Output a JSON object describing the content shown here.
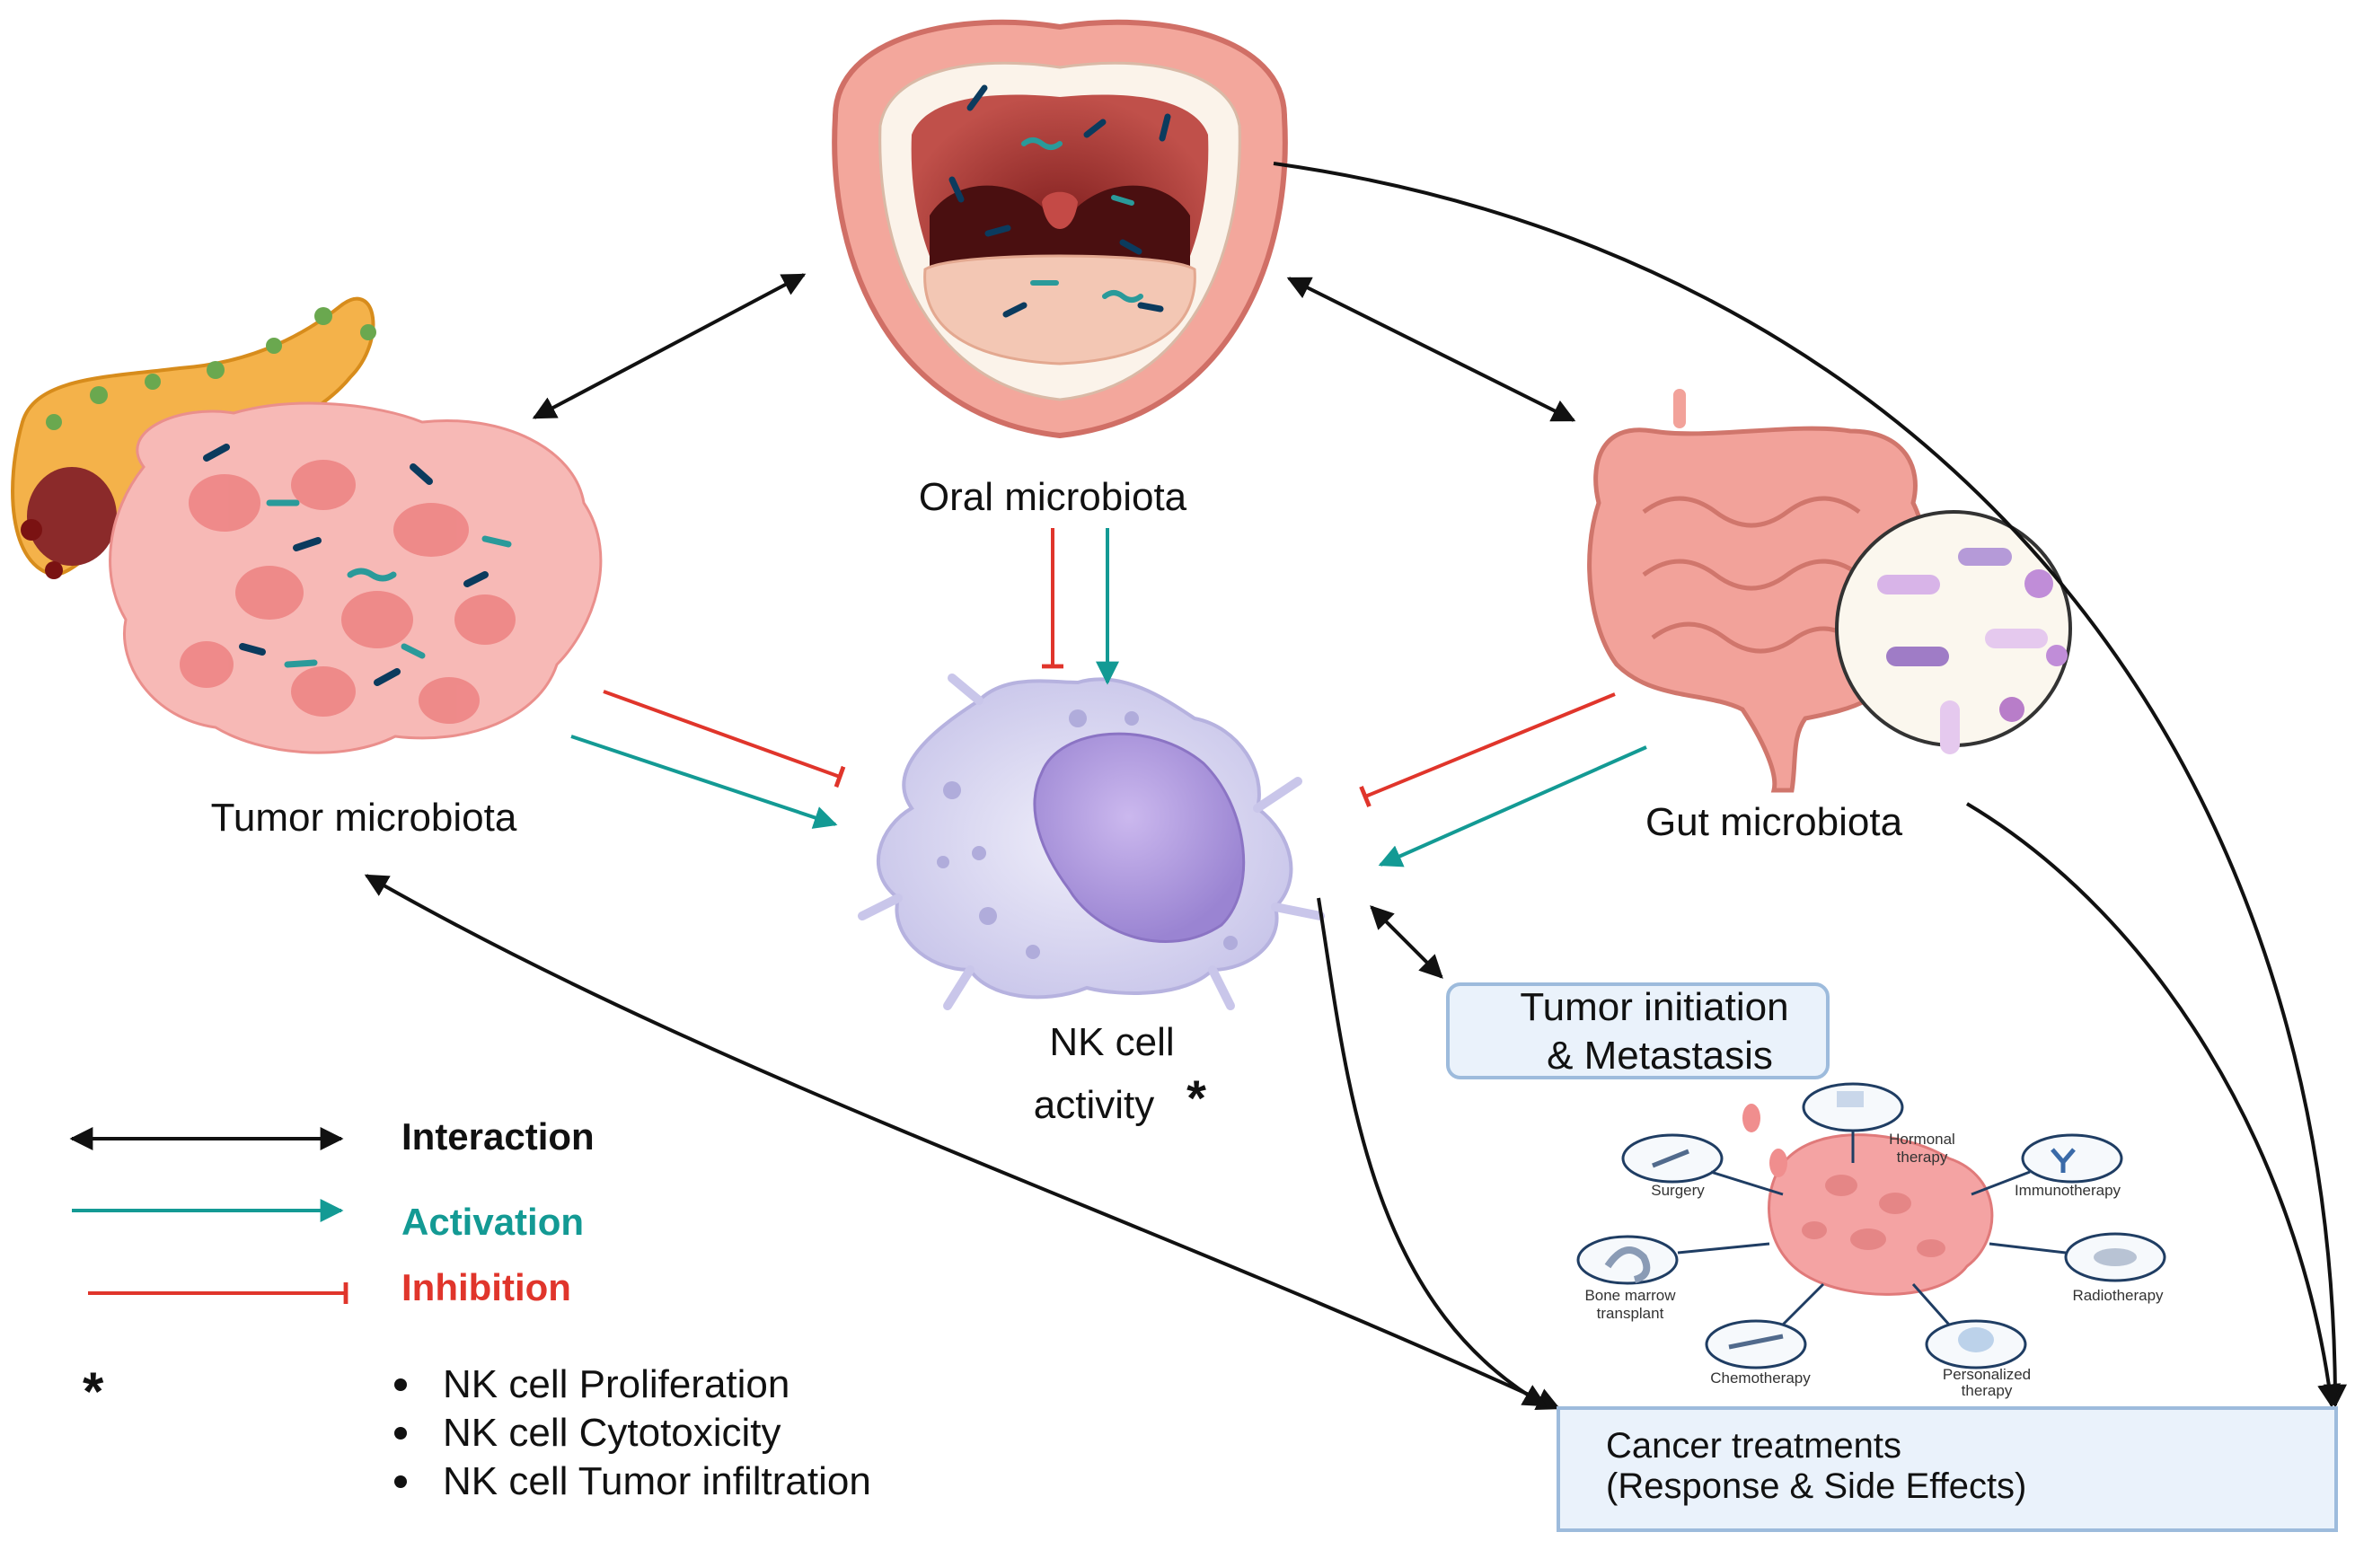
{
  "nodes": {
    "oral": "Oral microbiota",
    "tumor": "Tumor microbiota",
    "gut": "Gut microbiota",
    "nk_line1": "NK cell",
    "nk_line2": "activity",
    "nk_star": "*",
    "metastasis_line1": "Tumor initiation",
    "metastasis_line2": "& Metastasis",
    "treatments_line1": "Cancer treatments",
    "treatments_line2": "(Response & Side Effects)"
  },
  "therapies": {
    "hormonal_1": "Hormonal",
    "hormonal_2": "therapy",
    "surgery": "Surgery",
    "immunotherapy": "Immunotherapy",
    "bone_1": "Bone marrow",
    "bone_2": "transplant",
    "radiotherapy": "Radiotherapy",
    "chemotherapy": "Chemotherapy",
    "personalized_1": "Personalized",
    "personalized_2": "therapy"
  },
  "legend": {
    "interaction": "Interaction",
    "activation": "Activation",
    "inhibition": "Inhibition",
    "star": "*",
    "bullets": [
      "NK cell Proliferation",
      "NK cell Cytotoxicity",
      "NK cell Tumor infiltration"
    ]
  },
  "colors": {
    "interaction": "#111111",
    "activation": "#139a94",
    "inhibition": "#e0352b",
    "box_fill": "#eaf2fb",
    "box_stroke": "#9dbbdc"
  }
}
